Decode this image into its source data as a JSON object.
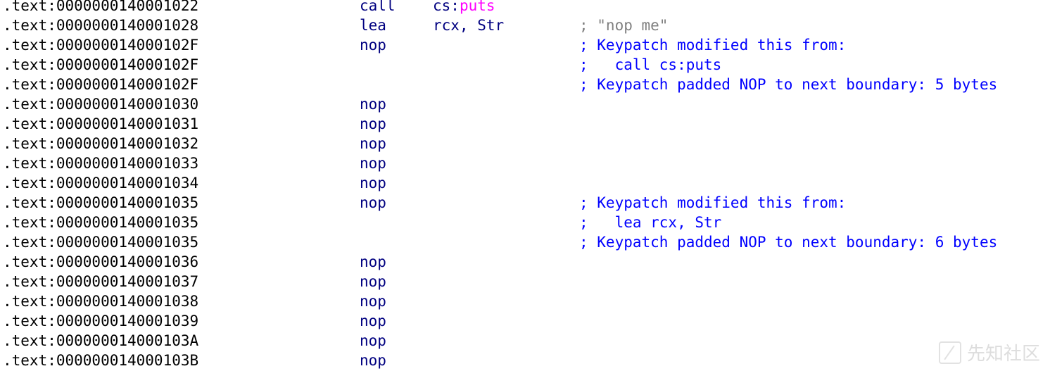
{
  "colors": {
    "address": "#000000",
    "mnemonic": "#000080",
    "symbol": "#ff00ff",
    "comment": "#0000ff",
    "string_comment": "#808080",
    "background": "#ffffff"
  },
  "lines": [
    {
      "addr": ".text:0000000140001022",
      "mnem": "call",
      "op_plain": "cs:",
      "op_sym": "puts",
      "comment": "",
      "comment_gray": ""
    },
    {
      "addr": ".text:0000000140001028",
      "mnem": "lea",
      "op_plain": "rcx, Str",
      "op_sym": "",
      "comment": "",
      "comment_gray": "; \"nop me\""
    },
    {
      "addr": ".text:000000014000102F",
      "mnem": "nop",
      "op_plain": "",
      "op_sym": "",
      "comment": "; Keypatch modified this from:",
      "comment_gray": ""
    },
    {
      "addr": ".text:000000014000102F",
      "mnem": "",
      "op_plain": "",
      "op_sym": "",
      "comment": ";   call cs:puts",
      "comment_gray": ""
    },
    {
      "addr": ".text:000000014000102F",
      "mnem": "",
      "op_plain": "",
      "op_sym": "",
      "comment": "; Keypatch padded NOP to next boundary: 5 bytes",
      "comment_gray": ""
    },
    {
      "addr": ".text:0000000140001030",
      "mnem": "nop",
      "op_plain": "",
      "op_sym": "",
      "comment": "",
      "comment_gray": ""
    },
    {
      "addr": ".text:0000000140001031",
      "mnem": "nop",
      "op_plain": "",
      "op_sym": "",
      "comment": "",
      "comment_gray": ""
    },
    {
      "addr": ".text:0000000140001032",
      "mnem": "nop",
      "op_plain": "",
      "op_sym": "",
      "comment": "",
      "comment_gray": ""
    },
    {
      "addr": ".text:0000000140001033",
      "mnem": "nop",
      "op_plain": "",
      "op_sym": "",
      "comment": "",
      "comment_gray": ""
    },
    {
      "addr": ".text:0000000140001034",
      "mnem": "nop",
      "op_plain": "",
      "op_sym": "",
      "comment": "",
      "comment_gray": ""
    },
    {
      "addr": ".text:0000000140001035",
      "mnem": "nop",
      "op_plain": "",
      "op_sym": "",
      "comment": "; Keypatch modified this from:",
      "comment_gray": ""
    },
    {
      "addr": ".text:0000000140001035",
      "mnem": "",
      "op_plain": "",
      "op_sym": "",
      "comment": ";   lea rcx, Str",
      "comment_gray": ""
    },
    {
      "addr": ".text:0000000140001035",
      "mnem": "",
      "op_plain": "",
      "op_sym": "",
      "comment": "; Keypatch padded NOP to next boundary: 6 bytes",
      "comment_gray": ""
    },
    {
      "addr": ".text:0000000140001036",
      "mnem": "nop",
      "op_plain": "",
      "op_sym": "",
      "comment": "",
      "comment_gray": ""
    },
    {
      "addr": ".text:0000000140001037",
      "mnem": "nop",
      "op_plain": "",
      "op_sym": "",
      "comment": "",
      "comment_gray": ""
    },
    {
      "addr": ".text:0000000140001038",
      "mnem": "nop",
      "op_plain": "",
      "op_sym": "",
      "comment": "",
      "comment_gray": ""
    },
    {
      "addr": ".text:0000000140001039",
      "mnem": "nop",
      "op_plain": "",
      "op_sym": "",
      "comment": "",
      "comment_gray": ""
    },
    {
      "addr": ".text:000000014000103A",
      "mnem": "nop",
      "op_plain": "",
      "op_sym": "",
      "comment": "",
      "comment_gray": ""
    },
    {
      "addr": ".text:000000014000103B",
      "mnem": "nop",
      "op_plain": "",
      "op_sym": "",
      "comment": "",
      "comment_gray": ""
    }
  ],
  "watermark": {
    "text": "先知社区",
    "icon": "xianzhi-logo-icon"
  }
}
